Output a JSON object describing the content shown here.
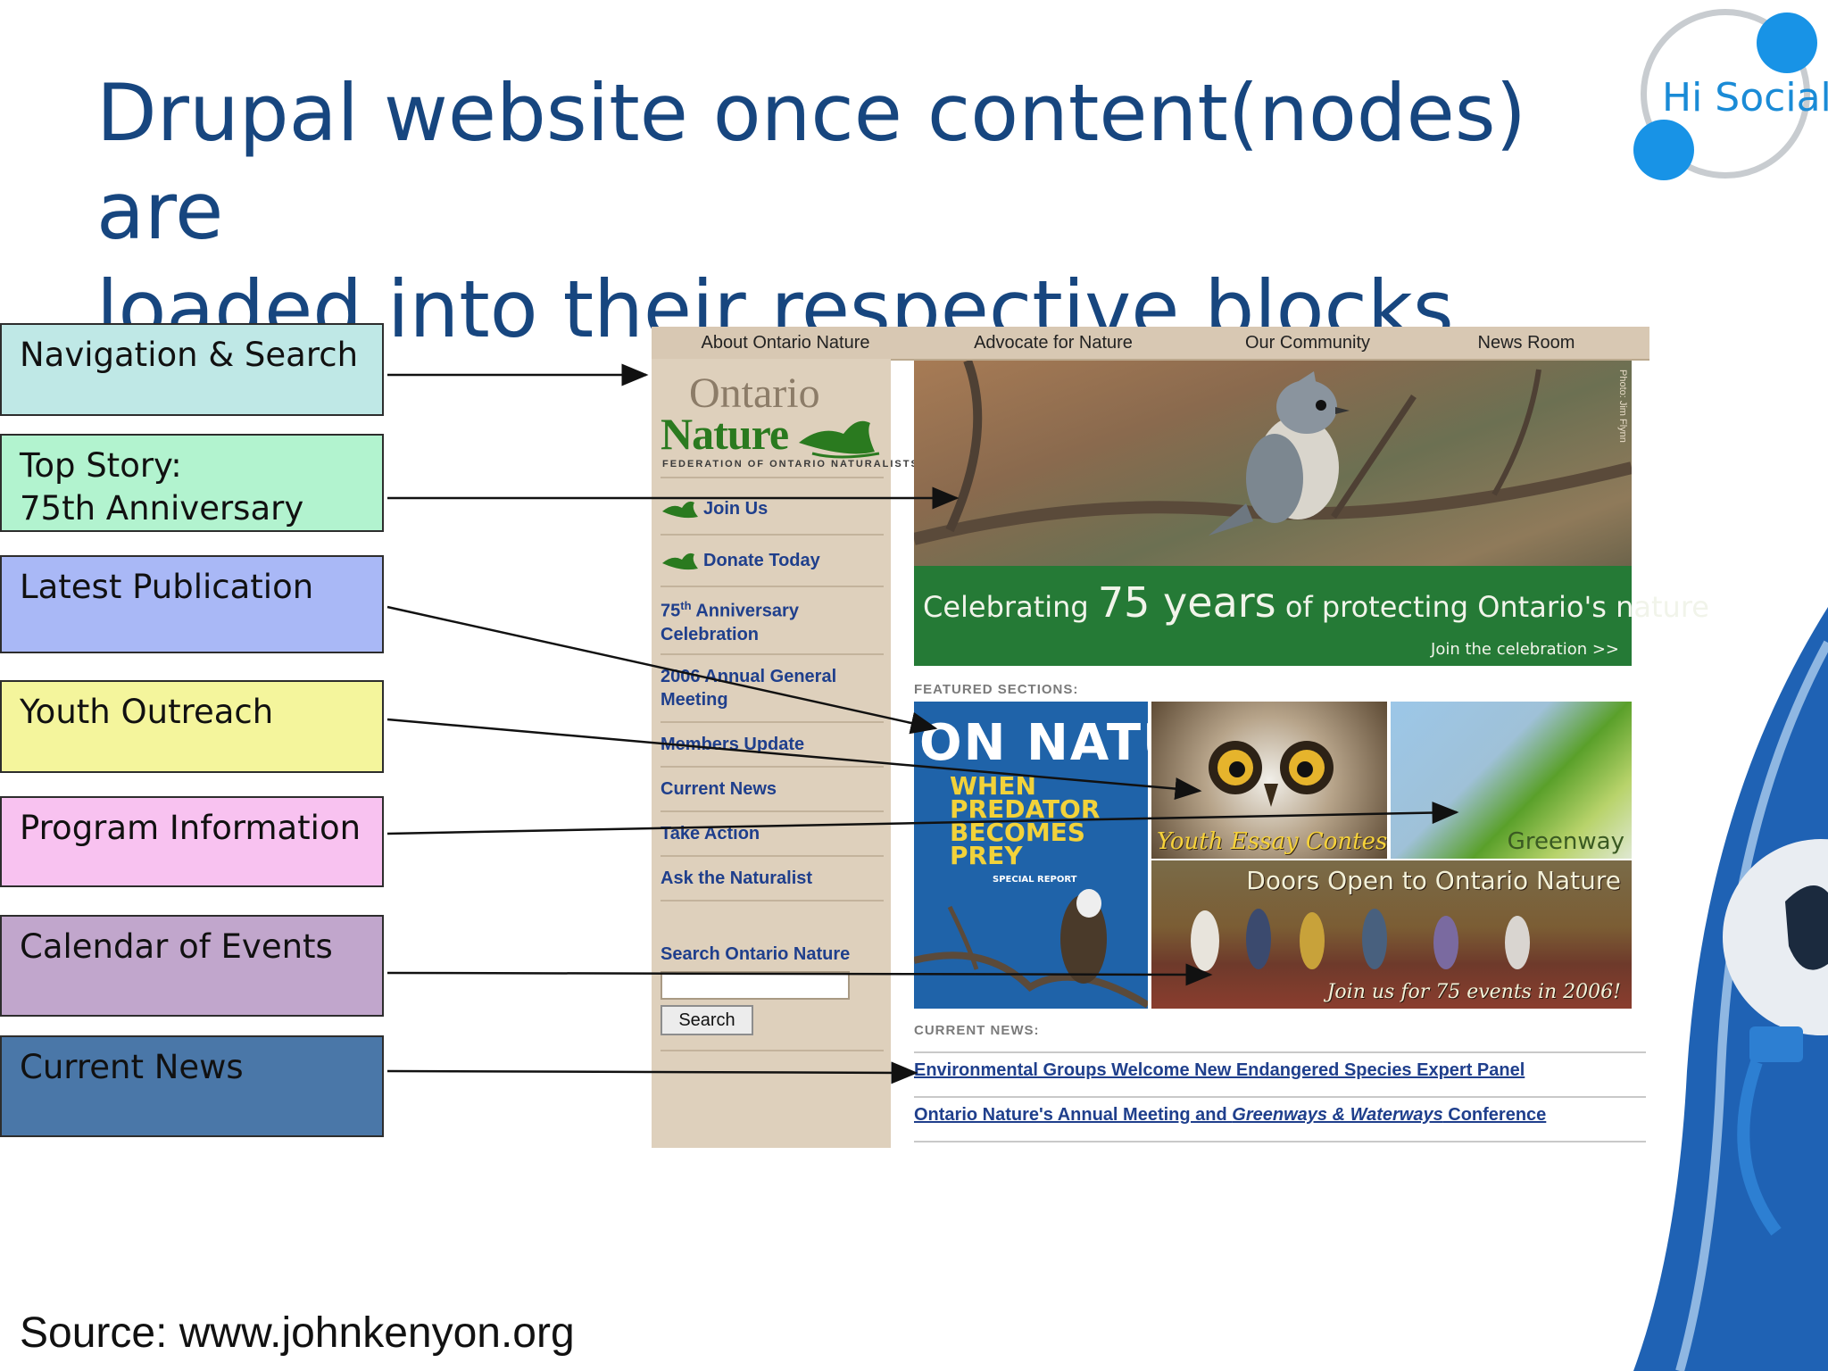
{
  "slide": {
    "title_line1": "Drupal website once content(nodes) are",
    "title_line2": "loaded into their respective blocks",
    "logo_text": "Hi Social",
    "source": "Source: www.johnkenyon.org"
  },
  "labels": [
    {
      "id": "nav",
      "line1": "Navigation & Search",
      "line2": "",
      "color": "#bfe8e6"
    },
    {
      "id": "top",
      "line1": "Top Story:",
      "line2": "75th Anniversary",
      "color": "#b2f3cf"
    },
    {
      "id": "pub",
      "line1": "Latest Publication",
      "line2": "",
      "color": "#a9b8f6"
    },
    {
      "id": "youth",
      "line1": "Youth Outreach",
      "line2": "",
      "color": "#f4f59c"
    },
    {
      "id": "program",
      "line1": "Program Information",
      "line2": "",
      "color": "#f8c2f0"
    },
    {
      "id": "calendar",
      "line1": "Calendar of Events",
      "line2": "",
      "color": "#c1a6cc"
    },
    {
      "id": "news",
      "line1": "Current News",
      "line2": "",
      "color": "#4a77a8"
    }
  ],
  "site": {
    "top_nav": [
      "About Ontario Nature",
      "Advocate for Nature",
      "Our Community",
      "News Room"
    ],
    "brand": {
      "top": "Ontario",
      "bottom": "Nature",
      "sub": "FEDERATION OF ONTARIO NATURALISTS"
    },
    "sidebar": {
      "join": "Join Us",
      "donate": "Donate Today",
      "anniv_a": "75",
      "anniv_sup": "th",
      "anniv_b": " Anniversary",
      "anniv_c": "Celebration",
      "agm_1": "2006 Annual General",
      "agm_2": "Meeting",
      "members": "Members Update",
      "current_news": "Current News",
      "take_action": "Take Action",
      "ask": "Ask the Naturalist",
      "search_label": "Search Ontario Nature",
      "search_button": "Search",
      "search_value": ""
    },
    "hero": {
      "credit": "Photo: Jim Flynn",
      "text_a": "Celebrating ",
      "text_big": "75 years",
      "text_b": " of protecting Ontario's nature",
      "link": "Join the celebration  >>"
    },
    "featured_heading": "FEATURED SECTIONS:",
    "on_nature": {
      "title": "ON NATURE",
      "headline_1": "WHEN",
      "headline_2": "PREDATOR",
      "headline_3": "BECOMES",
      "headline_4": "PREY",
      "special": "SPECIAL REPORT"
    },
    "youth_tile": "Youth Essay Contest",
    "greenway_tile": "Greenway",
    "doors_title": "Doors Open to Ontario Nature",
    "doors_sub": "Join us for 75 events in 2006!",
    "news_heading": "CURRENT NEWS:",
    "news_1": "Environmental Groups Welcome New Endangered Species Expert Panel",
    "news_2a": "Ontario Nature's Annual Meeting and ",
    "news_2b": "Greenways & Waterways",
    "news_2c": " Conference"
  },
  "colors": {
    "title": "#17467f",
    "sidebar_bg": "#ded0bc",
    "nav_bg": "#d8c8b3",
    "hero_band": "#257a36",
    "link": "#1f3f8c",
    "logo_blue": "#1893e6"
  }
}
